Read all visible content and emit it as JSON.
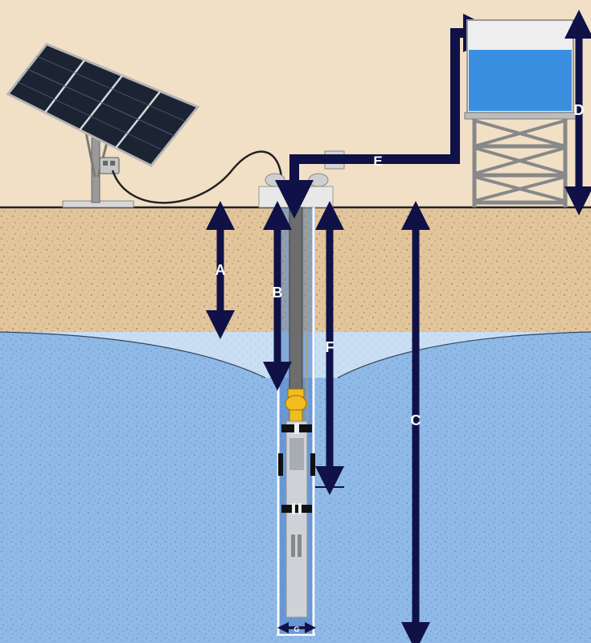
{
  "labels": {
    "a": "A",
    "b": "B",
    "c": "C",
    "d": "D",
    "e": "E",
    "f": "F",
    "g": "G"
  },
  "colors": {
    "sky": "#f1e0c6",
    "soil": "#e3c59c",
    "groundwater": "#8fb9e6",
    "cone": "#c9def3",
    "arrow": "#0f1147",
    "tank_water": "#3a8fe0",
    "check_valve": "#f2bb1f"
  }
}
